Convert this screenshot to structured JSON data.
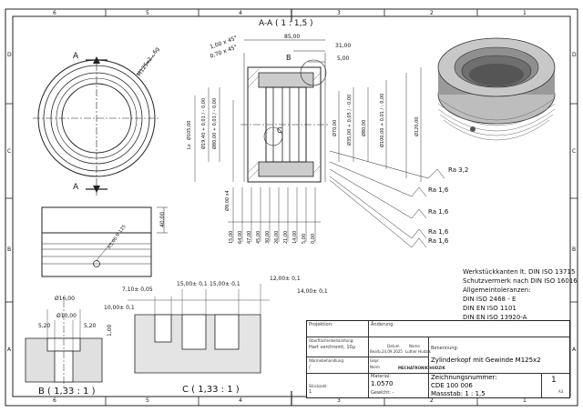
{
  "frame": {
    "columns_top": [
      "6",
      "5",
      "4",
      "3",
      "2",
      "1"
    ],
    "columns_bottom": [
      "6",
      "5",
      "4",
      "3",
      "2",
      "1"
    ],
    "rows_left": [
      "D",
      "C",
      "B",
      "A"
    ],
    "rows_right": [
      "D",
      "C",
      "B",
      "A"
    ]
  },
  "section_aa": {
    "title": "A-A ( 1 : 1,5 )",
    "cut_letter_top": "A",
    "cut_letter_bottom": "A",
    "detail_b_marker": "B",
    "detail_c_marker": "C",
    "dims_horizontal": [
      "85,00",
      "31,00",
      "5,00"
    ],
    "chamfers": [
      "1,00 x 45°",
      "0,70 x 45°"
    ],
    "dims_vertical_left": [
      "Ø105,00",
      "Ø19,40 + 0,01 / - 0,00",
      "Ø80,00 + 0,01 / - 0,00",
      "Ø9,00 x4"
    ],
    "dims_vertical_left_prefix": "Lx",
    "dims_vertical_right": [
      "Ø70,00",
      "Ø35,00 + 0,05 / - 0,00",
      "Ø80,00",
      "Ø100,00 + 0,01 / - 0,00",
      "Ø120,00"
    ],
    "thread": "M125x2 - 6g",
    "bottom_dims": [
      "15,00",
      "64,00",
      "47,00",
      "45,00",
      "30,00",
      "26,00",
      "21,00",
      "14,00",
      "5,00",
      "0,00"
    ],
    "roughness": [
      "Ra 3,2",
      "Ra 1,6",
      "Ra 1,6",
      "Ra 1,6",
      "Ra 1,6"
    ]
  },
  "side_view": {
    "dims": [
      "40,00",
      "R5,00 ∇ 125"
    ]
  },
  "detail_b": {
    "title": "B ( 1,33 : 1 )",
    "dims": [
      "Ø16,00",
      "Ø10,00",
      "5,20",
      "5,20"
    ]
  },
  "detail_c": {
    "title": "C ( 1,33 : 1 )",
    "dims": [
      "7,10± 0,05",
      "15,00± 0,1",
      "15,00± 0,1",
      "12,00± 0,1",
      "10,00± 0,1",
      "14,00± 0,1",
      "1,00"
    ]
  },
  "notes": [
    "Werkstückkanten lt. DIN ISO 13715",
    "Schutzvermerk nach DIN ISO 16016",
    "Allgemeintoleranzen:",
    "DIN ISO 2468 - E",
    "DIN EN ISO 1101",
    "DIN EN ISO 13920-A"
  ],
  "title_block": {
    "projektion_label": "Projektion:",
    "aenderung_label": "Änderung:",
    "oberflaeche_label": "Oberflächenbehandlung:",
    "oberflaeche_value": "Hart verchromt, 10μ",
    "waermebehandlung_label": "Wärmebehandlung:",
    "waermebehandlung_value": "/",
    "stueckzahl_label": "Stückzahl:",
    "stueckzahl_value": "1",
    "datum_label": "Datum",
    "name_label": "Name",
    "bearb_label": "Bearb.",
    "bearb_date": "24.09.2025",
    "bearb_name": "Luther Hudzik",
    "gepr_label": "Gepr.",
    "norm_label": "Norm",
    "company": "MECHATRONIK HUDZIK",
    "material_label": "Material:",
    "material_value": "1.0570",
    "gewicht_label": "Gewicht: -",
    "benennung_label": "Benennung:",
    "benennung_value": "Zylinderkopf mit Gewinde M125x2",
    "zeichnungsnummer_label": "Zeichnungsnummer:",
    "zeichnungsnummer_value": "CDE 100 006",
    "massstab_label": "Massstab: 1 : 1,5",
    "blatt_value": "1",
    "format_value": "A3"
  }
}
